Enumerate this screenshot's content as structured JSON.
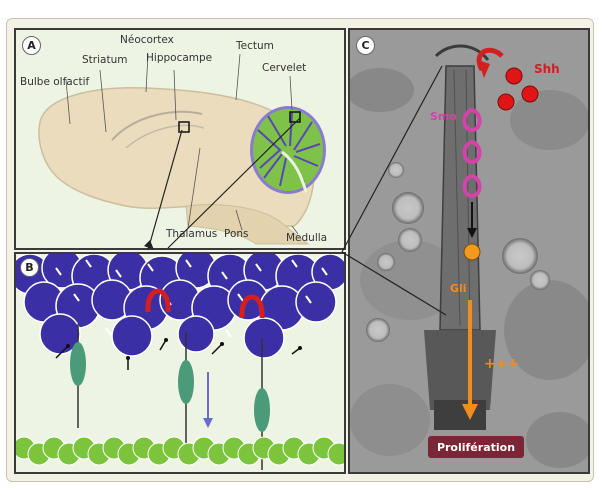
{
  "panels": {
    "a": {
      "letter": "A"
    },
    "b": {
      "letter": "B"
    },
    "c": {
      "letter": "C"
    }
  },
  "brain_labels": {
    "bulbe": "Bulbe olfactif",
    "striatum": "Striatum",
    "neocortex": "Néocortex",
    "hippocampe": "Hippocampe",
    "tectum": "Tectum",
    "cervelet": "Cervelet",
    "thalamus": "Thalamus",
    "pons": "Pons",
    "medulla": "Medulla"
  },
  "cilium_labels": {
    "shh": "Shh",
    "smo": "Smo",
    "gli": "Gli",
    "plus": "+++",
    "proliferation": "Prolifération"
  },
  "colors": {
    "cell_purple": "#3b2fa6",
    "granule_green": "#7cc43c",
    "shh_red": "#d41f1f",
    "smo_magenta": "#cc3fa0",
    "gli_orange": "#f28c1c",
    "prolif_bg": "#7a2636"
  }
}
